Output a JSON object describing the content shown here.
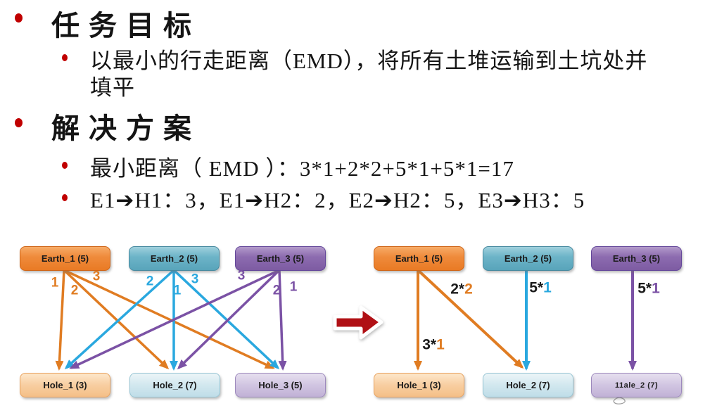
{
  "bullets": {
    "section1_title": "任务目标",
    "section1_item1_line1": "以最小的行走距离（EMD），将所有土堆运输到土坑处并",
    "section1_item1_line2": "填平",
    "section2_title": "解决方案",
    "section2_item1": "最小距离（ EMD ）：3*1+2*2+5*1+5*1=17",
    "section2_item2": "E1➔H1：3，E1➔H2：2，E2➔H2：5，E3➔H3：5"
  },
  "colors": {
    "bullet_red": "#c00000",
    "earth1_orange": "#e07c22",
    "earth2_blue": "#2aa8df",
    "earth3_purple": "#7b52a5",
    "transform_arrow_red": "#b01015"
  },
  "diagram_left": {
    "earth1_label": "Earth_1 (5)",
    "earth2_label": "Earth_2 (5)",
    "earth3_label": "Earth_3 (5)",
    "hole1_label": "Hole_1 (3)",
    "hole2_label": "Hole_2 (7)",
    "hole3_label": "Hole_3 (5)",
    "distances_from_earth1": [
      "1",
      "2",
      "3"
    ],
    "distances_from_earth2": [
      "2",
      "1",
      "3"
    ],
    "distances_from_earth3": [
      "3",
      "2",
      "1"
    ]
  },
  "diagram_right": {
    "earth1_label": "Earth_1 (5)",
    "earth2_label": "Earth_2 (5)",
    "earth3_label": "Earth_3 (5)",
    "hole1_label": "Hole_1 (3)",
    "hole2_label": "Hole_2 (7)",
    "hole3_label": "11ale_2 (7)",
    "flows": [
      {
        "route": "E1-H1",
        "expr_black": "3*",
        "expr_colored": "1"
      },
      {
        "route": "E1-H2",
        "expr_black": "2*",
        "expr_colored": "2"
      },
      {
        "route": "E2-H2",
        "expr_black": "5*",
        "expr_colored": "1"
      },
      {
        "route": "E3-H3",
        "expr_black": "5*",
        "expr_colored": "1"
      }
    ]
  }
}
